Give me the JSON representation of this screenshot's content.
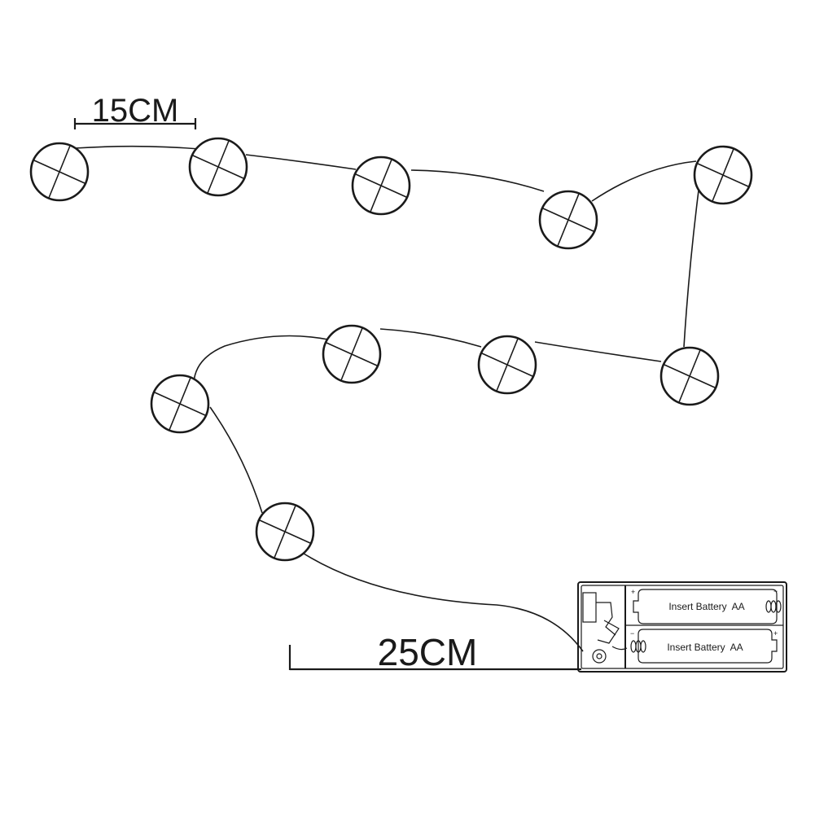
{
  "dimensions": {
    "bulb_spacing_label": "15CM",
    "lead_wire_label": "25CM"
  },
  "battery_box": {
    "cell_1_label": "Insert Battery  AA",
    "cell_2_label": "Insert Battery  AA",
    "plus_sign": "+",
    "minus_sign": "−"
  },
  "bulb_count": 10
}
